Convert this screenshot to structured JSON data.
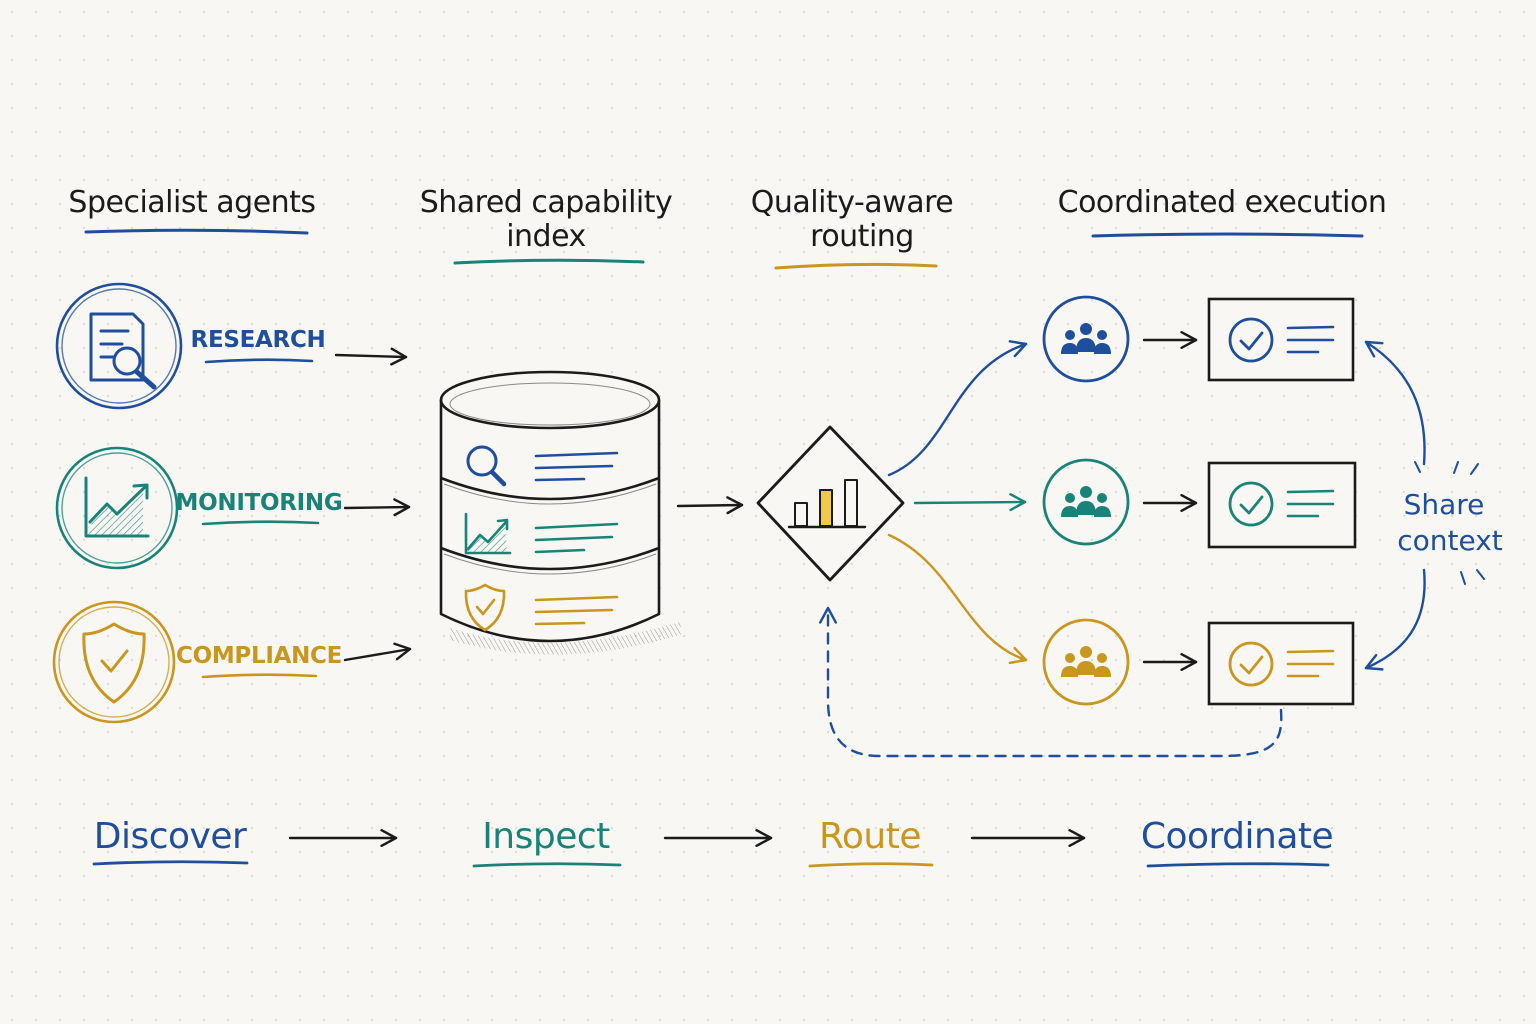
{
  "colors": {
    "ink": "#1b1b1b",
    "blue": "#1f4e9c",
    "teal": "#1a8378",
    "gold": "#c9961e",
    "background": "#f8f7f3"
  },
  "columns": {
    "agents": "Specialist agents",
    "index_line1": "Shared capability",
    "index_line2": "index",
    "routing_line1": "Quality-aware",
    "routing_line2": "routing",
    "execution": "Coordinated execution"
  },
  "agents": [
    {
      "label": "RESEARCH",
      "icon": "document-search-icon",
      "color": "blue"
    },
    {
      "label": "MONITORING",
      "icon": "trend-chart-icon",
      "color": "teal"
    },
    {
      "label": "COMPLIANCE",
      "icon": "shield-check-icon",
      "color": "gold"
    }
  ],
  "index_rows": [
    {
      "icon": "search-icon",
      "color": "blue"
    },
    {
      "icon": "trend-chart-icon",
      "color": "teal"
    },
    {
      "icon": "shield-check-icon",
      "color": "gold"
    }
  ],
  "router": {
    "icon": "bar-chart-icon"
  },
  "execution": [
    {
      "group_icon": "team-icon",
      "card_icon": "check-circle-icon",
      "color": "blue"
    },
    {
      "group_icon": "team-icon",
      "card_icon": "check-circle-icon",
      "color": "teal"
    },
    {
      "group_icon": "team-icon",
      "card_icon": "check-circle-icon",
      "color": "gold"
    }
  ],
  "share_context": {
    "line1": "Share",
    "line2": "context"
  },
  "steps": [
    {
      "label": "Discover",
      "color": "blue"
    },
    {
      "label": "Inspect",
      "color": "teal"
    },
    {
      "label": "Route",
      "color": "gold"
    },
    {
      "label": "Coordinate",
      "color": "blue"
    }
  ]
}
